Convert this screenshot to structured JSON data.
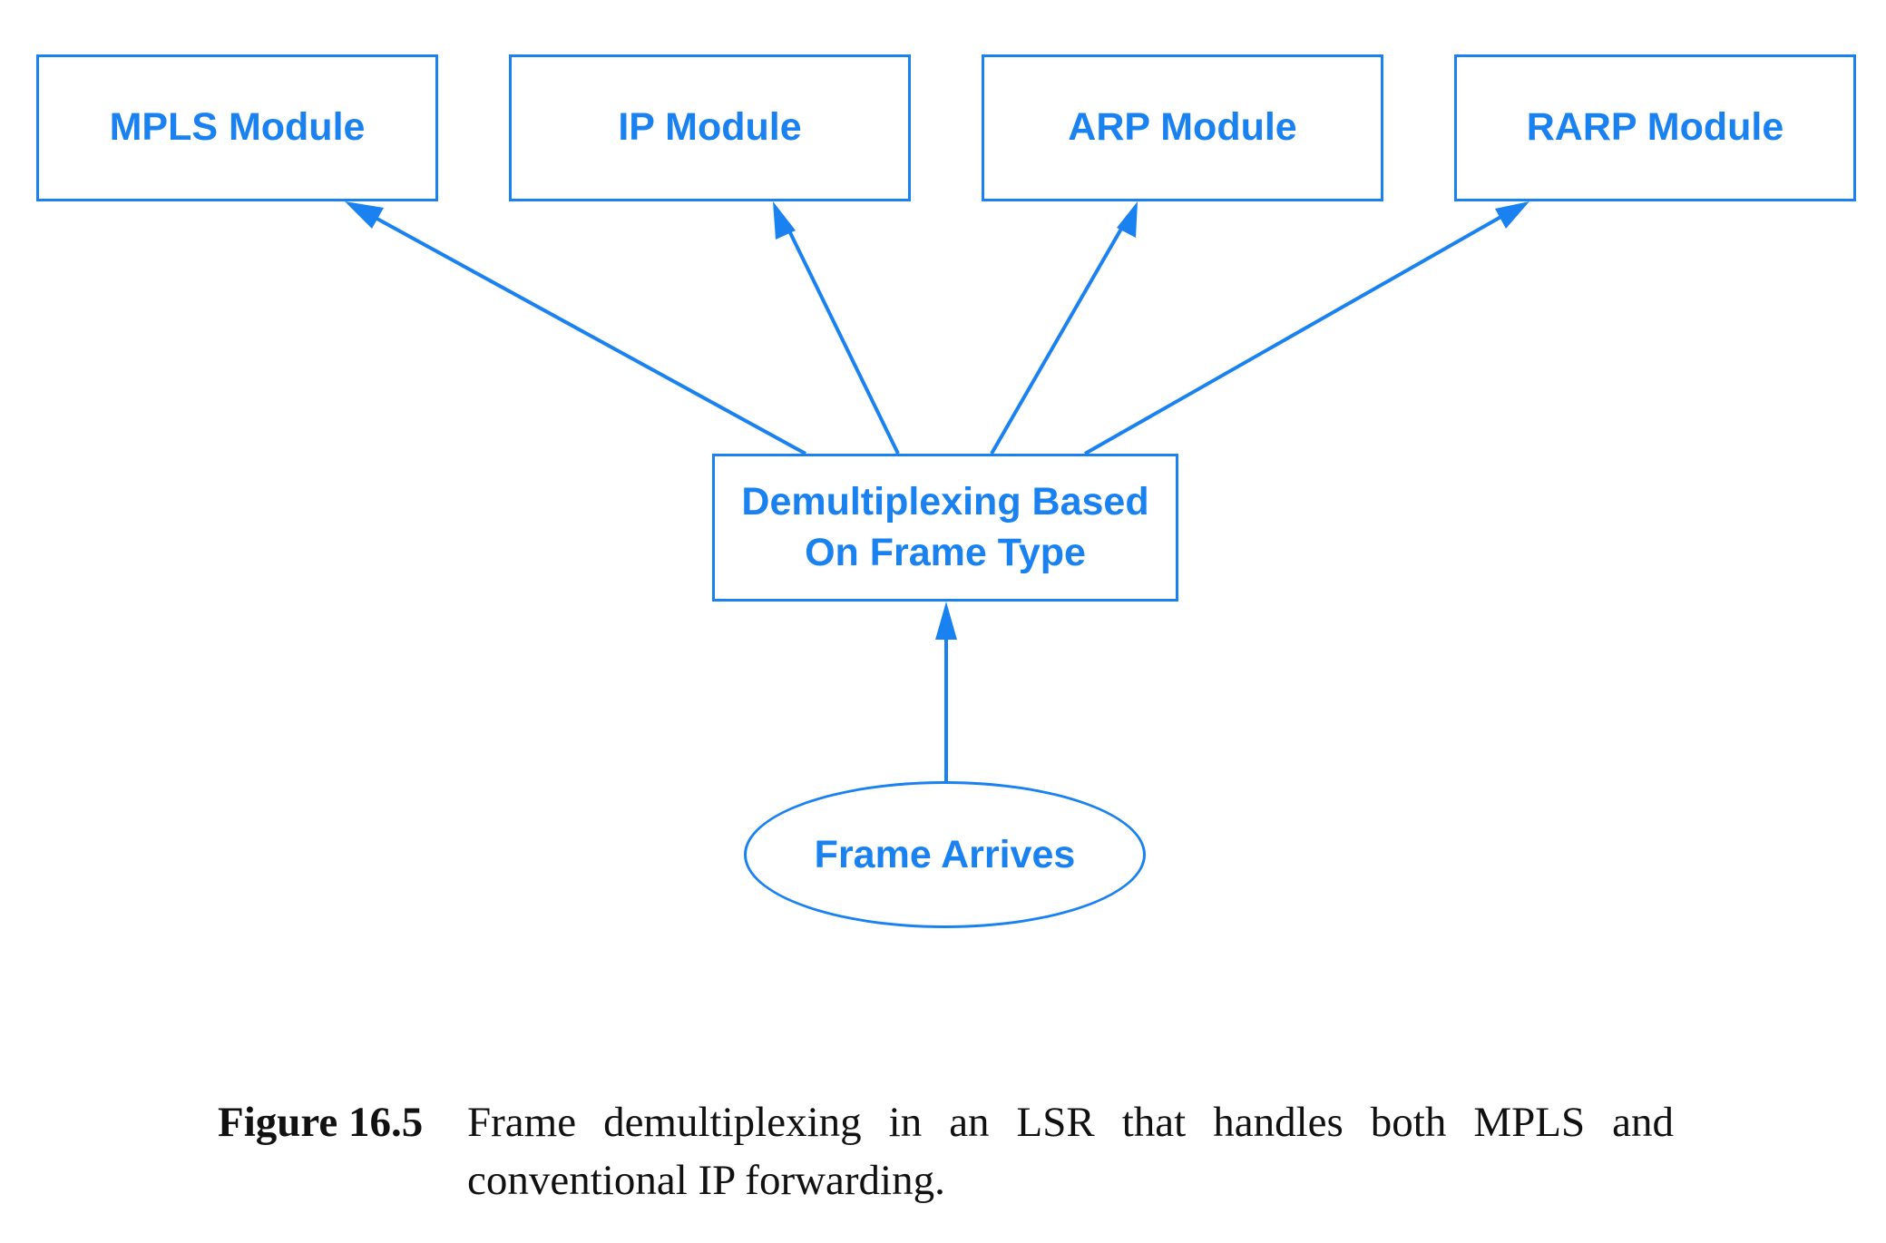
{
  "colors": {
    "accent": "#1a82f0",
    "caption_text": "#111111",
    "background": "#ffffff"
  },
  "diagram": {
    "modules": [
      {
        "label": "MPLS Module"
      },
      {
        "label": "IP Module"
      },
      {
        "label": "ARP Module"
      },
      {
        "label": "RARP Module"
      }
    ],
    "demux": {
      "line1": "Demultiplexing Based",
      "line2": "On Frame Type"
    },
    "source": {
      "label": "Frame Arrives"
    }
  },
  "caption": {
    "label": "Figure 16.5",
    "text": "Frame demultiplexing in an LSR that handles both MPLS and conventional IP forwarding."
  }
}
